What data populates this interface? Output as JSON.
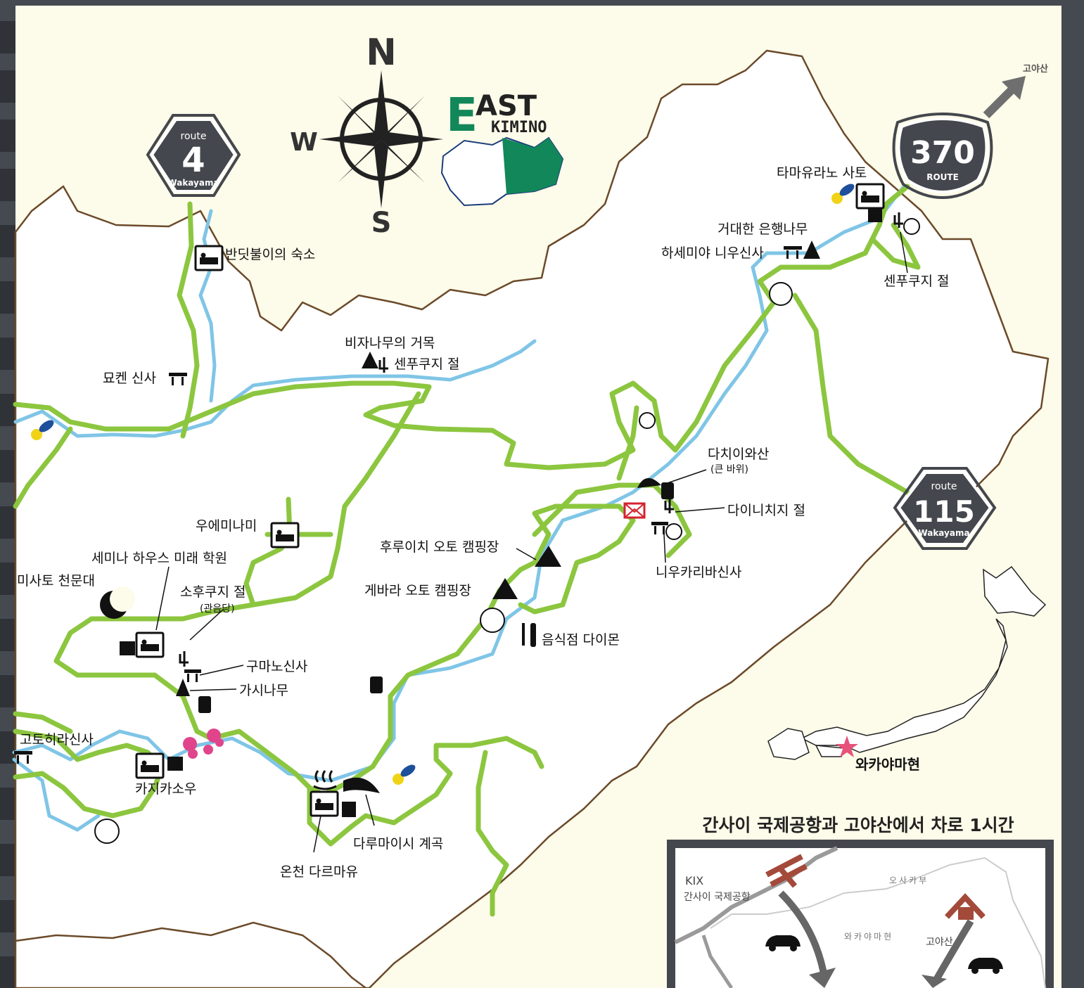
{
  "colors": {
    "frame": "#454950",
    "map_bg": "#fdfbe9",
    "road": "#8cc63f",
    "river": "#7fc5e6",
    "border": "#6b4a2a",
    "brand_green": "#12875a",
    "arrow": "#6f6f6f",
    "star": "#e8527a",
    "inset_road_red": "#a34a3a"
  },
  "compass": {
    "n": "N",
    "w": "W",
    "s": "S"
  },
  "brand": {
    "big_letter": "E",
    "line1": "AST",
    "line2": "KIMINO"
  },
  "route_shields": [
    {
      "id": "route-4",
      "top": "route",
      "number": "4",
      "bottom": "Wakayama"
    },
    {
      "id": "route-370",
      "top": "",
      "number": "370",
      "bottom": "ROUTE"
    },
    {
      "id": "route-115",
      "top": "route",
      "number": "115",
      "bottom": "Wakayama"
    }
  ],
  "direction": {
    "koyasan": "고야산"
  },
  "labels": {
    "tamayurano_sato": "타마유라노 사토",
    "giant_ginkgo": "거대한 은행나무",
    "hasemiya_niu": "하세미야 니우신사",
    "senpukuji_top": "센푸쿠지 절",
    "bandeutbul": "반딧불이의 숙소",
    "bija_tree": "비자나무의 거목",
    "senpukuji_mid": "센푸쿠지 절",
    "myoken": "묘켄 신사",
    "dachiiwa": "다치이와산",
    "dachiiwa_sub": "(큰 바위)",
    "dainichiji": "다이니치지 절",
    "niukaribasha": "니우카리바신사",
    "uemiami": "우에미나미",
    "seminar": "세미나 하우스 미래 학원",
    "misato": "미사토 천문대",
    "furuichi": "후루이치 오토 캠핑장",
    "gebara": "게바라 오토 캠핑장",
    "sohukuji": "소후쿠지 절",
    "sohukuji_sub": "(관음당)",
    "restaurant": "음식점 다이몬",
    "kumano": "구마노신사",
    "gashi": "가시나무",
    "gotohira": "고토히라신사",
    "kajika": "카지카소우",
    "darumai": "다루마이시 계곡",
    "onsen": "온천 다르마유",
    "wakayama_pref": "와카야마현"
  },
  "inset": {
    "title": "간사이 국제공항과 고야산에서 차로 1시간",
    "kix": "KIX",
    "airport": "간사이 국제공항",
    "osaka": "오사카부",
    "wakayama": "와카야마현",
    "koyasan": "고야산"
  }
}
